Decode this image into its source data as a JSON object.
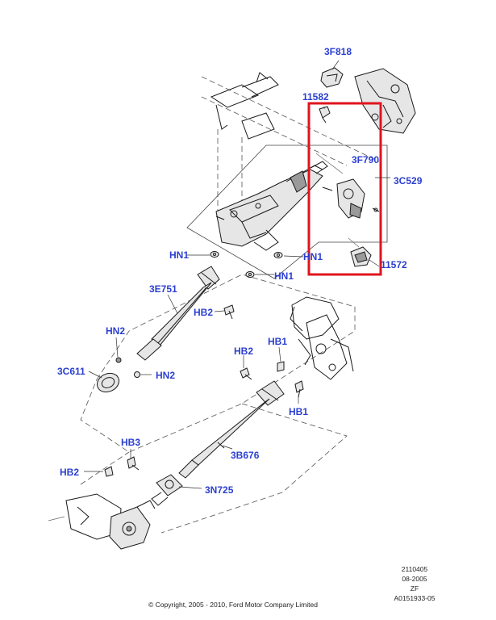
{
  "labels": {
    "3F818": "3F818",
    "11582": "11582",
    "3F790": "3F790",
    "3C529": "3C529",
    "11572": "11572",
    "HN1_a": "HN1",
    "HN1_b": "HN1",
    "HN1_c": "HN1",
    "3E751": "3E751",
    "HB2_a": "HB2",
    "HN2_a": "HN2",
    "3C611": "3C611",
    "HN2_b": "HN2",
    "HB2_b": "HB2",
    "HB1_a": "HB1",
    "HB1_b": "HB1",
    "3B676": "3B676",
    "HB3": "HB3",
    "HB2_c": "HB2",
    "3N725": "3N725"
  },
  "footer": {
    "ref_line1": "2110405",
    "ref_line2": "08-2005",
    "ref_line3": "ZF",
    "ref_line4": "A0151933-05",
    "copyright": "© Copyright, 2005 - 2010, Ford Motor Company Limited"
  },
  "colors": {
    "label": "#2b3fd1",
    "highlight_box": "#e0141e",
    "ink": "#1a1a1a"
  }
}
